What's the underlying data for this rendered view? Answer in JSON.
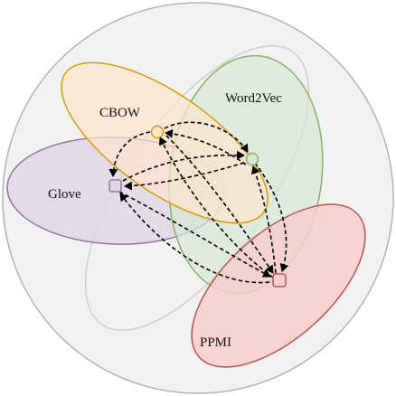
{
  "diagram": {
    "regions": [
      {
        "id": "sphere",
        "label": "",
        "fill": "#f2f2f2",
        "stroke": "#b3b3b3"
      },
      {
        "id": "inner-ring",
        "label": "",
        "fill": "none",
        "stroke": "#cfcfcf"
      },
      {
        "id": "glove",
        "label": "Glove",
        "fill": "#e1d5e7",
        "stroke": "#9673a6"
      },
      {
        "id": "word2vec",
        "label": "Word2Vec",
        "fill": "#d5e8d4",
        "stroke": "#82b366"
      },
      {
        "id": "cbow",
        "label": "CBOW",
        "fill": "#ffe6cc",
        "stroke": "#d79b00"
      },
      {
        "id": "ppmi",
        "label": "PPMI",
        "fill": "#f8cecc",
        "stroke": "#b85450"
      }
    ],
    "nodes": [
      {
        "id": "cbow-node",
        "region": "cbow",
        "shape": "circle"
      },
      {
        "id": "word2vec-node",
        "region": "word2vec",
        "shape": "circle"
      },
      {
        "id": "glove-node",
        "region": "glove",
        "shape": "square"
      },
      {
        "id": "ppmi-node",
        "region": "ppmi",
        "shape": "square"
      }
    ],
    "edges": [
      {
        "from": "cbow-node",
        "to": "word2vec-node",
        "style": "dashed"
      },
      {
        "from": "word2vec-node",
        "to": "cbow-node",
        "style": "dashed"
      },
      {
        "from": "cbow-node",
        "to": "glove-node",
        "style": "dashed"
      },
      {
        "from": "glove-node",
        "to": "word2vec-node",
        "style": "dashed"
      },
      {
        "from": "word2vec-node",
        "to": "glove-node",
        "style": "dashed"
      },
      {
        "from": "cbow-node",
        "to": "ppmi-node",
        "style": "dashed"
      },
      {
        "from": "ppmi-node",
        "to": "cbow-node",
        "style": "dashed"
      },
      {
        "from": "word2vec-node",
        "to": "ppmi-node",
        "style": "dashed"
      },
      {
        "from": "ppmi-node",
        "to": "word2vec-node",
        "style": "dashed"
      },
      {
        "from": "glove-node",
        "to": "ppmi-node",
        "style": "dashed"
      },
      {
        "from": "ppmi-node",
        "to": "glove-node",
        "style": "dashed"
      }
    ]
  }
}
